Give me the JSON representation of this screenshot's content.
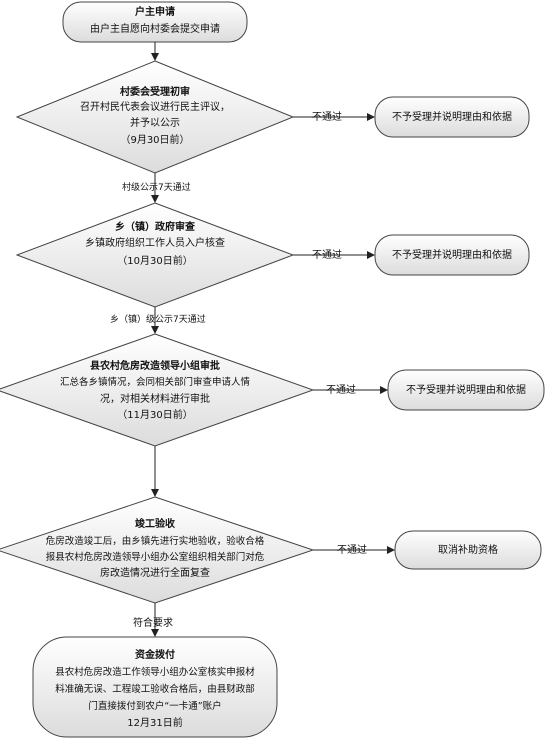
{
  "flowchart": {
    "start": {
      "title": "户主申请",
      "desc": "由户主自愿向村委会提交申请"
    },
    "step1": {
      "title": "村委会受理初审",
      "lines": [
        "召开村民代表会议进行民主评议，",
        "并予以公示",
        "（9月30日前）"
      ]
    },
    "step2": {
      "title": "乡（镇）政府审查",
      "lines": [
        "乡镇政府组织工作人员入户核查",
        "（10月30日前）"
      ]
    },
    "step3": {
      "title": "县农村危房改造领导小组审批",
      "lines": [
        "汇总各乡镇情况，会同相关部门审查申请人情",
        "况，对相关材料进行审批",
        "（11月30日前）"
      ]
    },
    "step4": {
      "title": "竣工验收",
      "lines": [
        "危房改造竣工后，由乡镇先进行实地验收，验收合格",
        "报县农村危房改造领导小组办公室组织相关部门对危",
        "房改造情况进行全面复查"
      ]
    },
    "end": {
      "title": "资金拨付",
      "lines": [
        "县农村危房改造工作领导小组办公室核实申报材",
        "料准确无误、工程竣工验收合格后，由县财政部",
        "门直接拨付到农户“一卡通”账户",
        "12月31日前"
      ]
    },
    "connectors": {
      "after_step1": "村级公示7天通过",
      "after_step2": "乡（镇）级公示7天通过",
      "after_step4": "符合要求"
    },
    "reject_label": "不通过",
    "rejects": [
      "不予受理并说明理由和依据",
      "不予受理并说明理由和依据",
      "不予受理并说明理由和依据",
      "取消补助资格"
    ]
  }
}
